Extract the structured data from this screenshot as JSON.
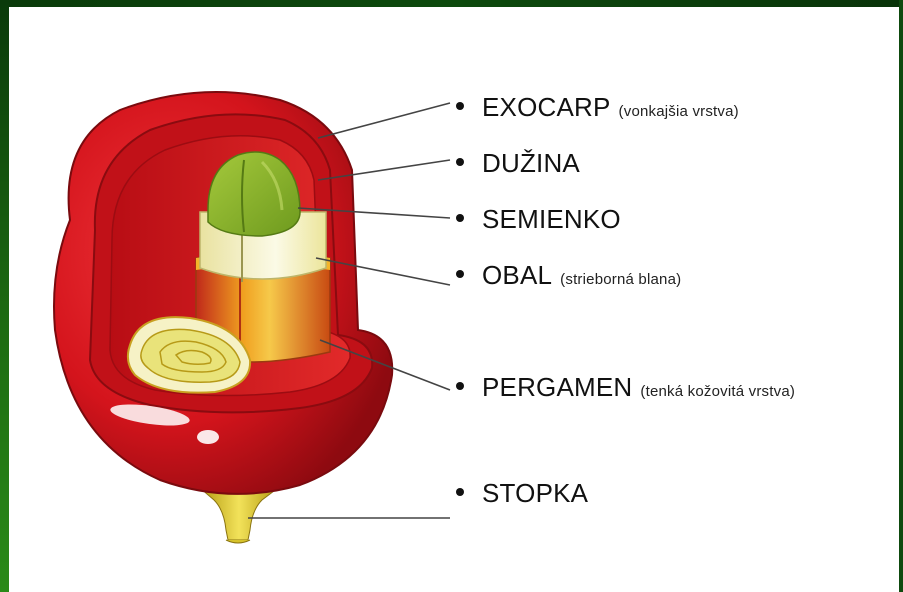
{
  "labels": {
    "exocarp": {
      "name": "EXOCARP",
      "note": "(vonkajšia vrstva)"
    },
    "duzina": {
      "name": "DUŽINA",
      "note": ""
    },
    "semienko": {
      "name": "SEMIENKO",
      "note": ""
    },
    "obal": {
      "name": "OBAL",
      "note": "(strieborná blana)"
    },
    "pergamen": {
      "name": "PERGAMEN",
      "note": "(tenká kožovitá vrstva)"
    },
    "stopka": {
      "name": "STOPKA",
      "note": ""
    }
  },
  "colors": {
    "frame": "#1d6b12",
    "exocarp": "#d4141c",
    "exocarp_dark": "#8e0a10",
    "seed_green": "#8ab52a",
    "seed_cream": "#f7f3c8",
    "parchment": "#e8a21a",
    "stem": "#d8c21a"
  }
}
